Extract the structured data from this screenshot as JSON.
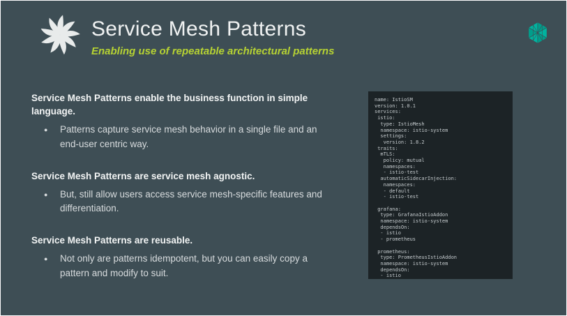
{
  "slide": {
    "title": "Service Mesh Patterns",
    "subtitle": "Enabling use of repeatable architectural patterns"
  },
  "sections": [
    {
      "heading": "Service Mesh Patterns enable the business function in simple language.",
      "bullets": [
        "Patterns capture service mesh behavior in a single file and an end-user centric way."
      ]
    },
    {
      "heading": "Service Mesh Patterns are service mesh agnostic.",
      "bullets": [
        "But, still allow users access service mesh-specific features and differentiation."
      ]
    },
    {
      "heading": "Service Mesh Patterns are reusable.",
      "bullets": [
        "Not only are patterns idempotent, but you can easily copy a pattern and modify to suit."
      ]
    }
  ],
  "code_panel": {
    "yaml": "name: IstioSM\nversion: 1.0.1\nservices:\n istio:\n  type: IstioMesh\n  namespace: istio-system\n  settings:\n   version: 1.8.2\n traits:\n  mTLS:\n   policy: mutual\n   namespaces:\n   - istio-test\n  automaticSidecarInjection:\n   namespaces:\n   - default\n   - istio-test\n\n grafana:\n  type: GrafanaIstioAddon\n  namespace: istio-system\n  dependsOn:\n  - istio\n  - prometheus\n\n prometheus:\n  type: PrometheusIstioAddon\n  namespace: istio-system\n  dependsOn:\n  - istio"
  },
  "icons": {
    "left_logo": "pinwheel-spiral-logo",
    "right_logo": "mesh-hexagon-logo",
    "bullet": "bullet-dot"
  },
  "colors": {
    "background": "#3e4e55",
    "accent_green": "#b6d233",
    "code_background": "#1c2326",
    "code_text": "#c6cccf",
    "logo_teal": "#00b39f",
    "logo_teal_dark": "#009e8c",
    "text_primary": "#f2f4f4",
    "text_secondary": "#d8dcde"
  }
}
